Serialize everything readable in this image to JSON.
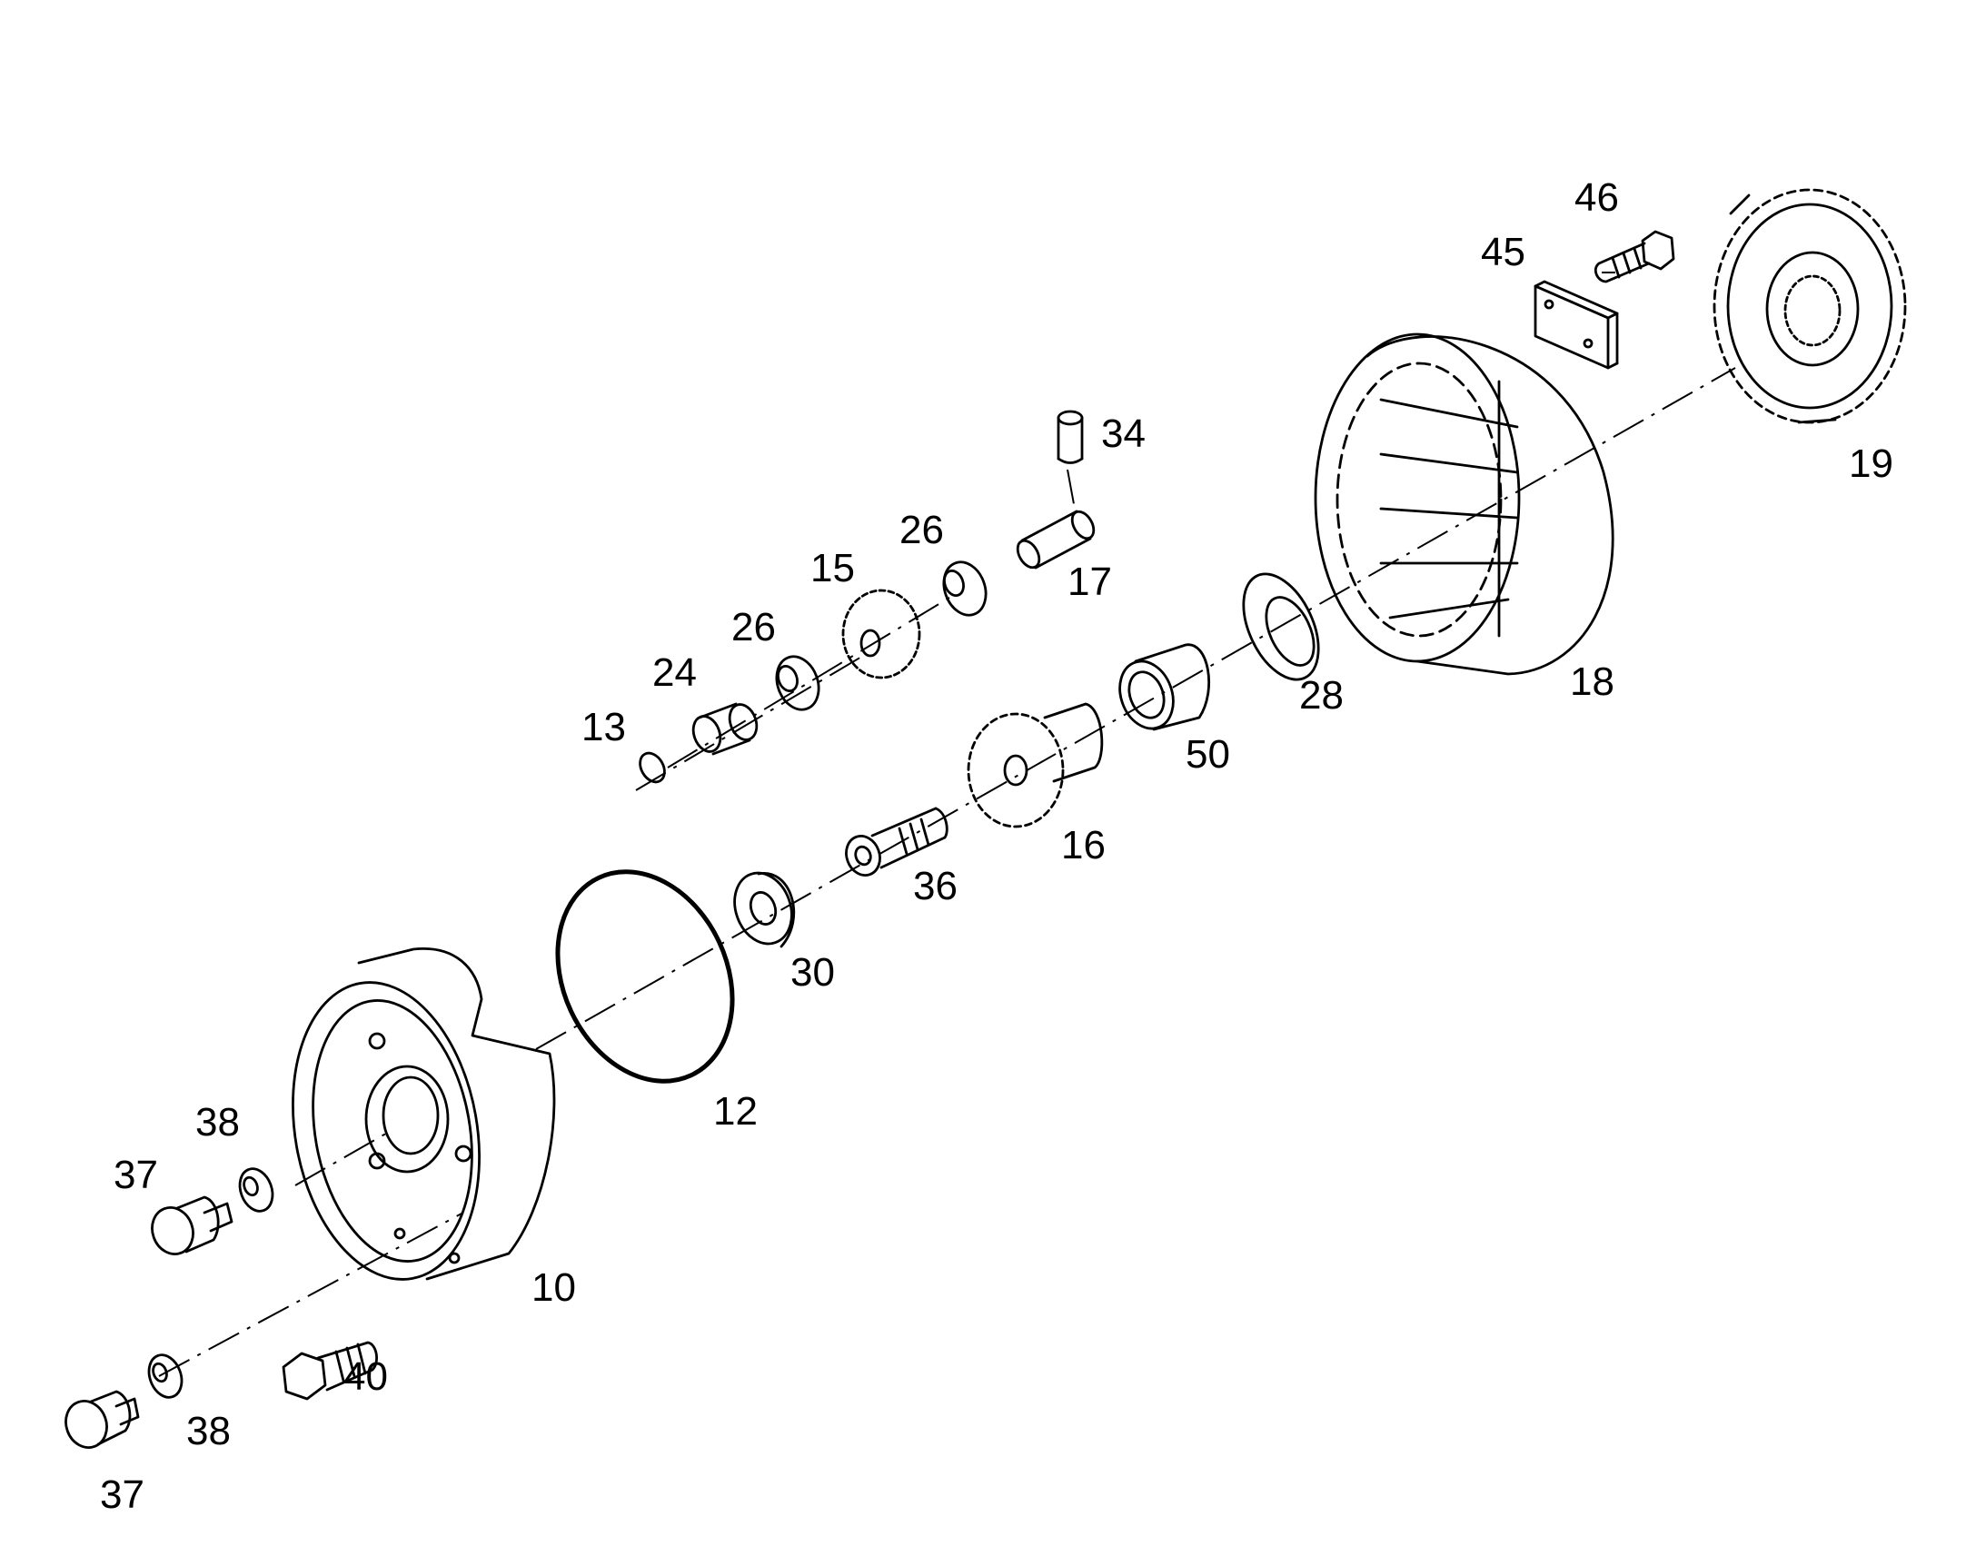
{
  "labels": [
    {
      "id": "p46",
      "text": "46"
    },
    {
      "id": "p45",
      "text": "45"
    },
    {
      "id": "p19",
      "text": "19"
    },
    {
      "id": "p34",
      "text": "34"
    },
    {
      "id": "p26a",
      "text": "26"
    },
    {
      "id": "p15",
      "text": "15"
    },
    {
      "id": "p17",
      "text": "17"
    },
    {
      "id": "p26b",
      "text": "26"
    },
    {
      "id": "p24",
      "text": "24"
    },
    {
      "id": "p13",
      "text": "13"
    },
    {
      "id": "p18",
      "text": "18"
    },
    {
      "id": "p28",
      "text": "28"
    },
    {
      "id": "p50",
      "text": "50"
    },
    {
      "id": "p16",
      "text": "16"
    },
    {
      "id": "p36",
      "text": "36"
    },
    {
      "id": "p30",
      "text": "30"
    },
    {
      "id": "p12",
      "text": "12"
    },
    {
      "id": "p38a",
      "text": "38"
    },
    {
      "id": "p37a",
      "text": "37"
    },
    {
      "id": "p10",
      "text": "10"
    },
    {
      "id": "p40",
      "text": "40"
    },
    {
      "id": "p38b",
      "text": "38"
    },
    {
      "id": "p37b",
      "text": "37"
    }
  ]
}
